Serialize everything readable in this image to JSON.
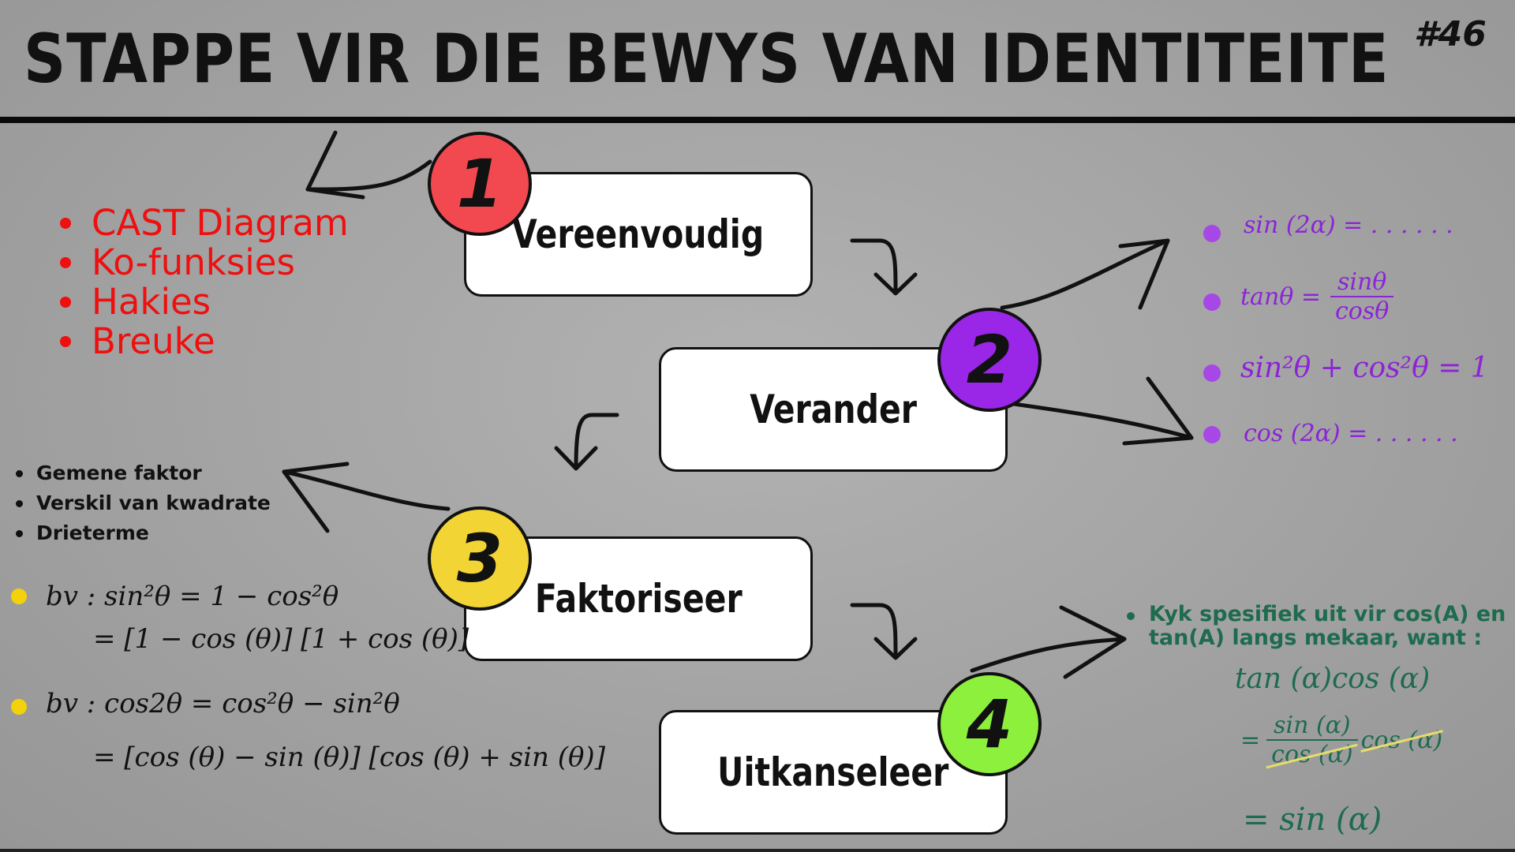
{
  "title": "STAPPE VIR DIE BEWYS VAN IDENTITEITE",
  "title_number": "#46",
  "steps": [
    {
      "number": "1",
      "label": "Vereenvoudig",
      "color": "#f2484f"
    },
    {
      "number": "2",
      "label": "Verander",
      "color": "#9a26e8"
    },
    {
      "number": "3",
      "label": "Faktoriseer",
      "color": "#f2d435"
    },
    {
      "number": "4",
      "label": "Uitkanseleer",
      "color": "#8df03c"
    }
  ],
  "simplify_list": [
    "CAST Diagram",
    "Ko-funksies",
    "Hakies",
    "Breuke"
  ],
  "change_identities": {
    "sin2a": "sin (2α) = . . . . . .",
    "tan_lhs": "tanθ =",
    "tan_num": "sinθ",
    "tan_den": "cosθ",
    "pyth": "sin²θ + cos²θ = 1",
    "cos2a": "cos (2α) = . . . . . ."
  },
  "factorise_list": [
    "Gemene faktor",
    "Verskil van kwadrate",
    "Drieterme"
  ],
  "factorise_examples": {
    "ex1_line1": "bv : sin²θ = 1 − cos²θ",
    "ex1_line2": "= [1 − cos (θ)] [1 + cos (θ)]",
    "ex2_line1": "bv : cos2θ = cos²θ − sin²θ",
    "ex2_line2": "= [cos (θ) − sin (θ)] [cos (θ) + sin (θ)]"
  },
  "cancel_note": "Kyk spesifiek uit vir cos(A) en tan(A) langs mekaar, want :",
  "cancel_example": {
    "line1": "tan (α)cos (α)",
    "eq": "=",
    "frac_num": "sin (α)",
    "frac_den_text": "cos (α)",
    "after_frac": "cos (α)",
    "result": "= sin (α)"
  },
  "colors": {
    "background": "#a3a3a3",
    "red_text": "#ef0f0f",
    "purple_text": "#8c24d6",
    "green_text": "#1e6b4f",
    "yellow_bullet": "#f5d10a"
  }
}
